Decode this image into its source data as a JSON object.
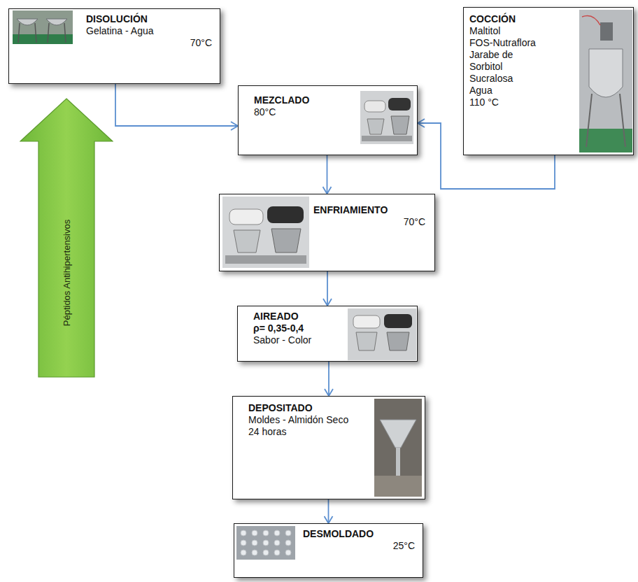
{
  "diagram": {
    "nodes": [
      {
        "text": [
          "DISOLUCIÓN",
          "Gelatina - Agua",
          "70°C"
        ]
      },
      {
        "text": [
          "COCCIÓN",
          "Maltitol",
          "FOS-Nutraflora",
          "Jarabe de Sorbitol",
          "Sucralosa",
          "Agua",
          "110 °C"
        ]
      },
      {
        "text": [
          "MEZCLADO",
          "80°C"
        ]
      },
      {
        "text": [
          "ENFRIAMIENTO",
          "70°C"
        ]
      },
      {
        "text": [
          "AIREADO",
          "ρ= 0,35-0,4",
          "Sabor - Color"
        ]
      },
      {
        "text": [
          "DEPOSITADO",
          "Moldes - Almidón Seco",
          "24 horas"
        ]
      },
      {
        "text": [
          "DESMOLDADO",
          "25°C"
        ]
      },
      {
        "text": [
          "Péptidos Antihipertensivos"
        ]
      }
    ],
    "edges": [
      {
        "from": 0,
        "to": 2,
        "arrow": "to"
      },
      {
        "from": 1,
        "to": 2,
        "arrow": "to"
      },
      {
        "from": 2,
        "to": 3,
        "arrow": "to"
      },
      {
        "from": 3,
        "to": 4,
        "arrow": "to"
      },
      {
        "from": 4,
        "to": 5,
        "arrow": "to"
      },
      {
        "from": 5,
        "to": 6,
        "arrow": "to"
      }
    ]
  }
}
